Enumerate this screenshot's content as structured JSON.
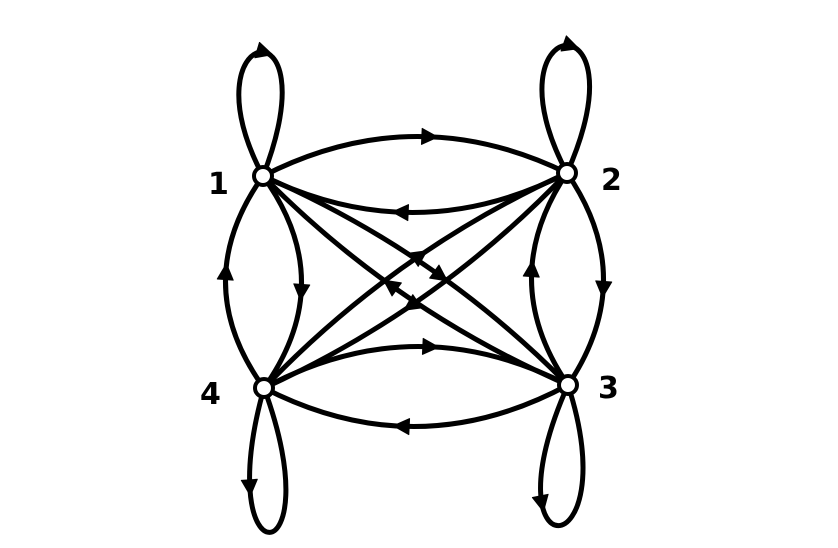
{
  "graph": {
    "directed": true,
    "nodes": [
      {
        "id": "1",
        "label": "1"
      },
      {
        "id": "2",
        "label": "2"
      },
      {
        "id": "3",
        "label": "3"
      },
      {
        "id": "4",
        "label": "4"
      }
    ],
    "edges": [
      {
        "from": "1",
        "to": "1"
      },
      {
        "from": "2",
        "to": "2"
      },
      {
        "from": "3",
        "to": "3"
      },
      {
        "from": "4",
        "to": "4"
      },
      {
        "from": "1",
        "to": "2"
      },
      {
        "from": "2",
        "to": "1"
      },
      {
        "from": "4",
        "to": "3"
      },
      {
        "from": "3",
        "to": "4"
      },
      {
        "from": "1",
        "to": "4"
      },
      {
        "from": "4",
        "to": "1"
      },
      {
        "from": "2",
        "to": "3"
      },
      {
        "from": "3",
        "to": "2"
      },
      {
        "from": "1",
        "to": "3"
      },
      {
        "from": "3",
        "to": "1"
      },
      {
        "from": "2",
        "to": "4"
      },
      {
        "from": "4",
        "to": "2"
      }
    ]
  }
}
